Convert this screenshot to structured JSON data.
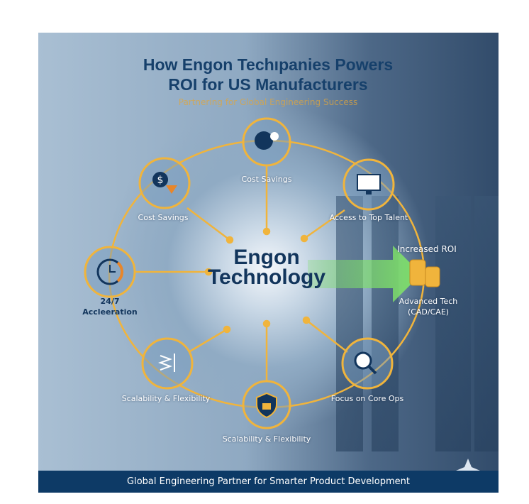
{
  "title_line1": "How Engon Techıpanies Powers",
  "title_line2": "ROI for US Manufacturers",
  "subtitle": "Partnering for Global Engineering Success",
  "center": {
    "line1": "Engon",
    "line2": "Technology"
  },
  "nodes": {
    "top": {
      "label": "Cost Savings",
      "icon": "head-gears-icon"
    },
    "top_left": {
      "label": "Cost Savings",
      "icon": "dollar-down-icon"
    },
    "top_right": {
      "label": "Access to Top Talent",
      "icon": "monitor-blueprint-icon"
    },
    "left": {
      "label_line1": "24/7",
      "label_line2": "Accleeration",
      "icon": "clock-icon"
    },
    "right": {
      "label_top": "Increased ROI",
      "label_line1": "Advanced Tech",
      "label_line2": "(CAD/CAE)",
      "icon": "coins-icon"
    },
    "bottom_left": {
      "label": "Scalability & Flexibility",
      "icon": "spring-arrows-icon"
    },
    "bottom": {
      "label": "Scalability & Flexibility",
      "icon": "shield-lock-icon"
    },
    "bottom_right": {
      "label": "Focus on Core Ops",
      "icon": "magnifier-chat-icon"
    }
  },
  "banner": "Global Engineering Partner for Smarter Product Development",
  "colors": {
    "navy": "#0d3a66",
    "gold": "#f0b43c",
    "orange": "#e8862a",
    "green": "#7fe06a"
  }
}
